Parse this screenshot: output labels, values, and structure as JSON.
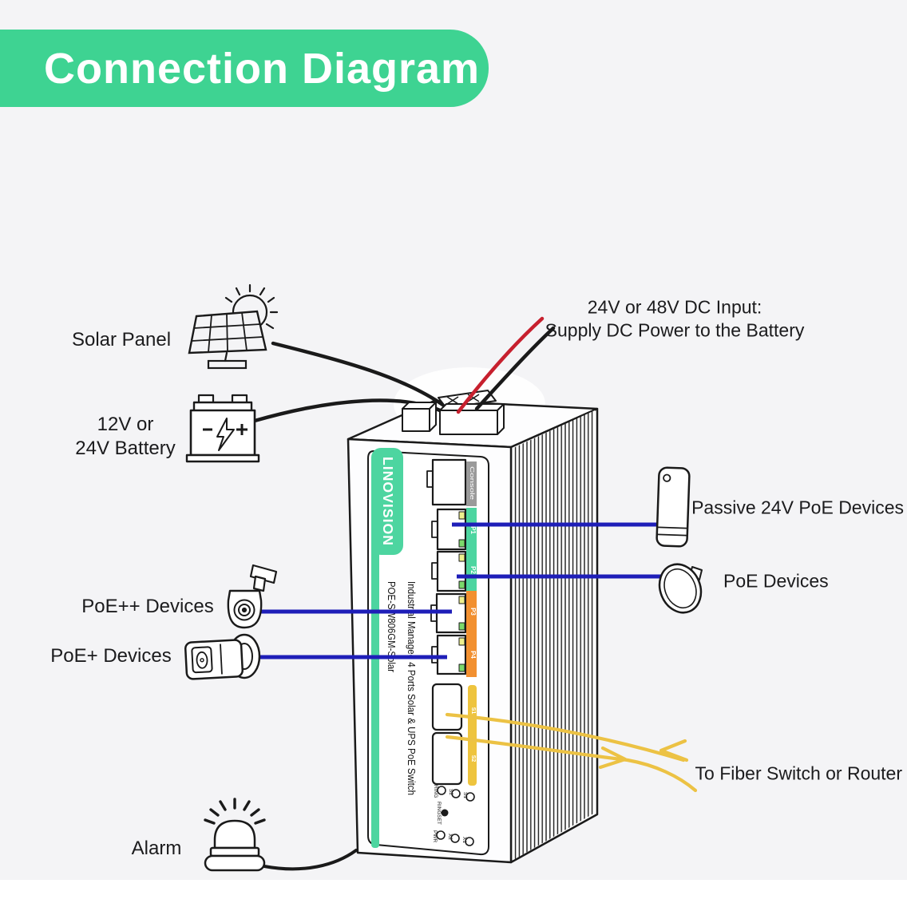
{
  "page": {
    "background": "#f4f4f6",
    "bottom_strip": "#ffffff"
  },
  "header": {
    "title": "Connection Diagram",
    "color": "#3ed392"
  },
  "labels": {
    "solar_panel": "Solar Panel",
    "battery_line1": "12V or",
    "battery_line2": "24V Battery",
    "poe_plus_plus": "PoE++ Devices",
    "poe_plus": "PoE+ Devices",
    "alarm": "Alarm",
    "dc_input_line1": "24V or 48V DC Input:",
    "dc_input_line2": "Supply DC Power to the Battery",
    "passive_poe": "Passive 24V PoE Devices",
    "poe_devices": "PoE Devices",
    "fiber": "To Fiber Switch or Router"
  },
  "device": {
    "brand": "LINOVISION",
    "title": "Industrial Managed 4 Ports Solar & UPS PoE Switch",
    "model": "POE-SW806GM-Solar",
    "ports": {
      "console": "Console",
      "p1": "P1",
      "p2": "P2",
      "p3": "P3",
      "p4": "P4",
      "sfp1": "S1",
      "sfp2": "S2"
    },
    "leds": {
      "ring": "RING",
      "s2": "S2",
      "s1": "S1",
      "ringset": "RINGSET",
      "pwr": "PWR",
      "x2": "X2",
      "x1": "X1"
    }
  },
  "colors": {
    "header_green": "#3ed392",
    "badge_green": "#4dd5a0",
    "port_strip_green": "#4dd5a0",
    "port_strip_orange": "#f29030",
    "sfp_strip_yellow": "#eec43e",
    "console_gray": "#9a9a9a",
    "line_blue": "#1e1eb8",
    "wire_red": "#c7202e",
    "fiber_yellow": "#ecc244",
    "ink": "#1a1a1a"
  },
  "icons": [
    "sun-icon",
    "solar-panel-icon",
    "battery-icon",
    "ptz-camera-icon",
    "bullet-camera-icon",
    "alarm-siren-icon",
    "wireless-cpe-icon",
    "dish-antenna-icon",
    "poe-switch-device"
  ]
}
